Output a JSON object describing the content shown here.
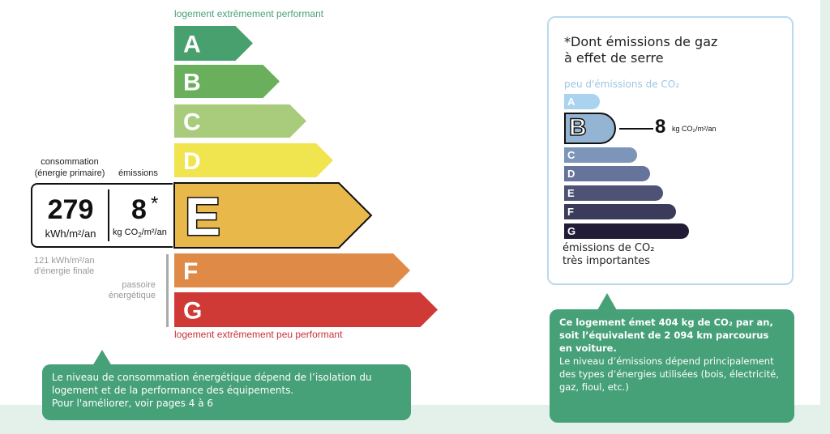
{
  "energy_label": {
    "top_label": "logement extrêmement performant",
    "bottom_label": "logement extrêmement peu performant",
    "classes": [
      {
        "letter": "A",
        "color": "#47a06d"
      },
      {
        "letter": "B",
        "color": "#6aaf5c"
      },
      {
        "letter": "C",
        "color": "#a8cb7c"
      },
      {
        "letter": "D",
        "color": "#f0e44f"
      },
      {
        "letter": "E",
        "color": "#e8b84a"
      },
      {
        "letter": "F",
        "color": "#e08a48"
      },
      {
        "letter": "G",
        "color": "#cf3a36"
      }
    ],
    "current_class": "E",
    "consumption_header": "consommation\n(énergie primaire)",
    "emissions_header": "émissions",
    "consumption_value": "279",
    "consumption_unit": "kWh/m²/an",
    "emissions_value": "8",
    "emissions_asterisk": "*",
    "emissions_unit_prefix": "kg CO",
    "emissions_unit_sub": "2",
    "emissions_unit_suffix": "/m²/an",
    "final_energy": "121 kWh/m²/an\nd'énergie finale",
    "passoire": "passoire\nénergétique"
  },
  "left_callout": {
    "text": "Le niveau de consommation énergétique dépend de l’isolation du logement et de la performance des équipements.",
    "text2": "Pour l'améliorer, voir pages 4 à 6"
  },
  "co2_panel": {
    "title": "*Dont émissions de gaz\nà effet de serre",
    "top_label": "peu d'émissions de CO₂",
    "bottom_label": "émissions de CO₂\ntrès importantes",
    "classes": [
      {
        "letter": "A",
        "color": "#a9d3ee"
      },
      {
        "letter": "B",
        "color": "#93b4d3"
      },
      {
        "letter": "C",
        "color": "#7d95b8"
      },
      {
        "letter": "D",
        "color": "#66739a"
      },
      {
        "letter": "E",
        "color": "#4e5375"
      },
      {
        "letter": "F",
        "color": "#3b3c5c"
      },
      {
        "letter": "G",
        "color": "#231c36"
      }
    ],
    "current_class": "B",
    "value": "8",
    "unit": "kg CO₂/m²/an"
  },
  "right_callout": {
    "bold_text": "Ce logement émet 404 kg de CO₂ par an, soit l’équivalent de 2 094 km parcourus en voiture.",
    "text": "Le niveau d’émissions dépend principalement des types d’énergies utilisées (bois, électricité, gaz, fioul, etc.)"
  }
}
